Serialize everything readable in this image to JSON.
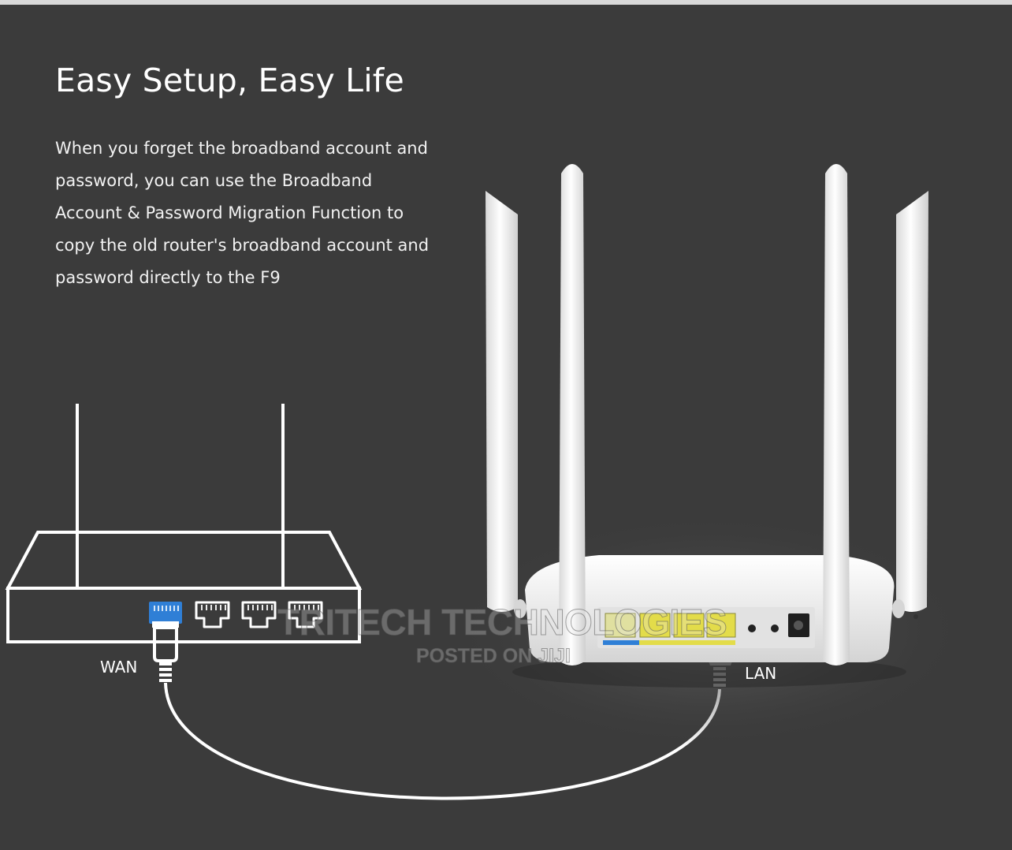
{
  "headline": "Easy Setup, Easy Life",
  "description_lines": [
    "When you forget the broadband account and",
    "password, you can use the Broadband",
    "Account & Password Migration Function to",
    "copy the old router's broadband account and",
    "password directly to the F9"
  ],
  "ports": {
    "wan_label": "WAN",
    "lan_label": "LAN"
  },
  "watermark": {
    "main": "TRITECH TECHNOLOGIES",
    "sub": "POSTED ON JIJI"
  },
  "colors": {
    "background": "#3b3b3b",
    "text": "#ffffff",
    "wan_port": "#2f7fd6",
    "lan_ports": "#e3dc4a",
    "router_body": "#eeeeee"
  }
}
